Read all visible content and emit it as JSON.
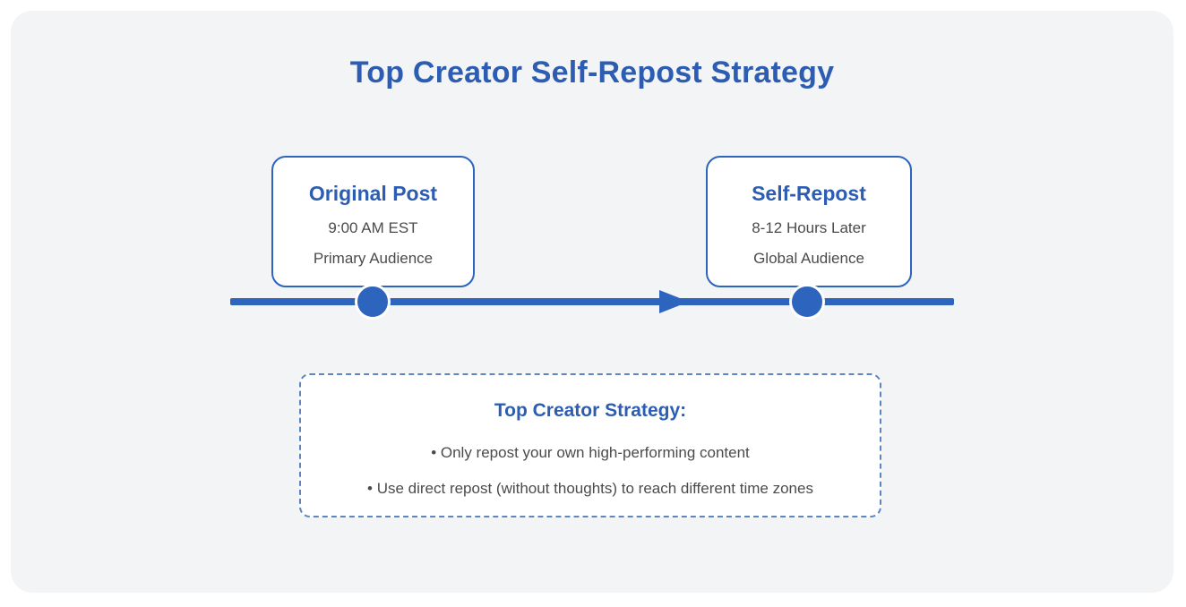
{
  "title": "Top Creator Self-Repost Strategy",
  "timeline": {
    "nodes": [
      {
        "heading": "Original Post",
        "line1": "9:00 AM EST",
        "line2": "Primary Audience"
      },
      {
        "heading": "Self-Repost",
        "line1": "8-12 Hours Later",
        "line2": "Global Audience"
      }
    ]
  },
  "strategy": {
    "heading": "Top Creator Strategy:",
    "bullets": [
      "• Only repost your own high-performing content",
      "• Use direct repost (without thoughts) to reach different time zones"
    ]
  },
  "colors": {
    "accent_blue": "#2c5db2",
    "shape_blue": "#2d64bd",
    "dashed_border": "#5d85c0",
    "text_gray": "#4b4b4b",
    "card_bg": "#f2f4f6",
    "box_bg": "#ffffff"
  }
}
